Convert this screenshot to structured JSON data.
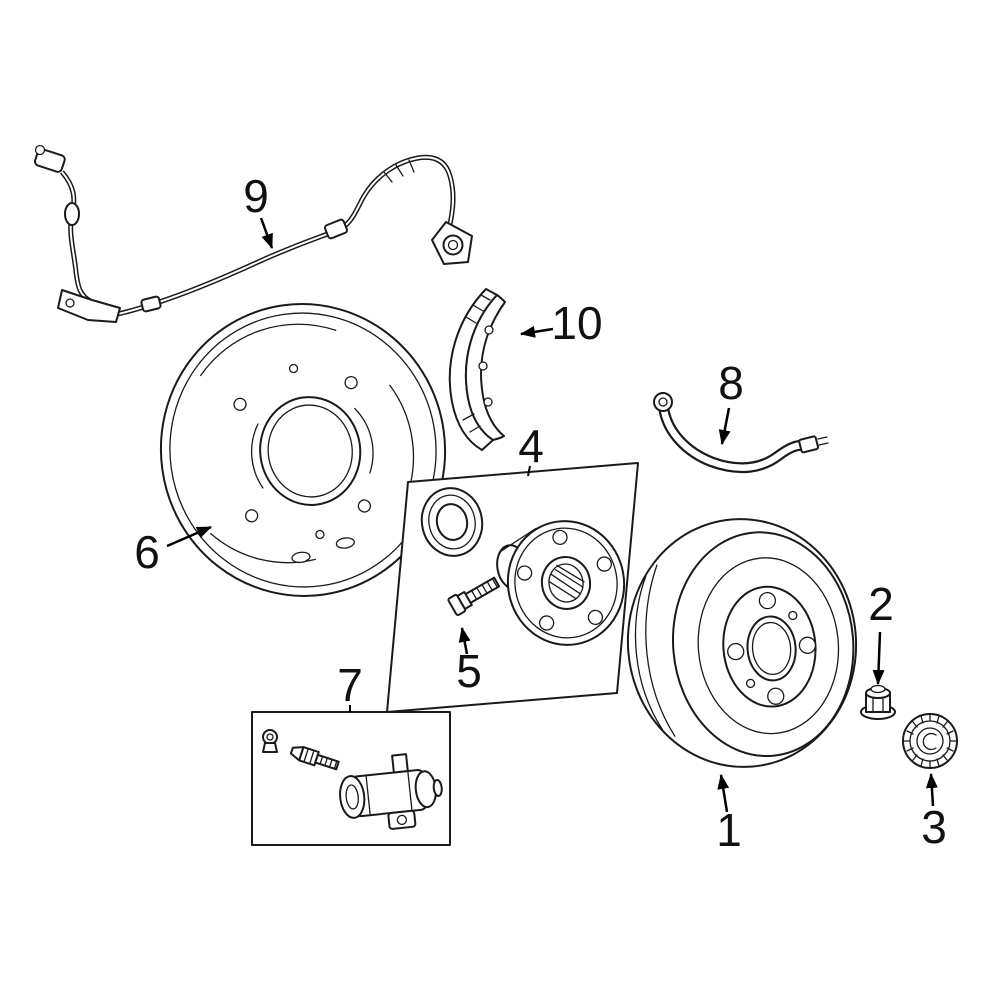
{
  "page": {
    "background": "#ffffff",
    "line_color": "#1a1a1a"
  },
  "diagram": {
    "kind": "exploded-parts-diagram",
    "subject": "rear-drum-brake-assembly",
    "callouts": [
      {
        "label": "1",
        "part": "brake-drum"
      },
      {
        "label": "2",
        "part": "spindle-nut"
      },
      {
        "label": "3",
        "part": "dust-cap"
      },
      {
        "label": "4",
        "part": "hub-bearing-assembly"
      },
      {
        "label": "5",
        "part": "wheel-stud"
      },
      {
        "label": "6",
        "part": "brake-backing-plate"
      },
      {
        "label": "7",
        "part": "wheel-cylinder"
      },
      {
        "label": "8",
        "part": "brake-hose"
      },
      {
        "label": "9",
        "part": "abs-wheel-speed-sensor"
      },
      {
        "label": "10",
        "part": "brake-shoe"
      }
    ]
  }
}
